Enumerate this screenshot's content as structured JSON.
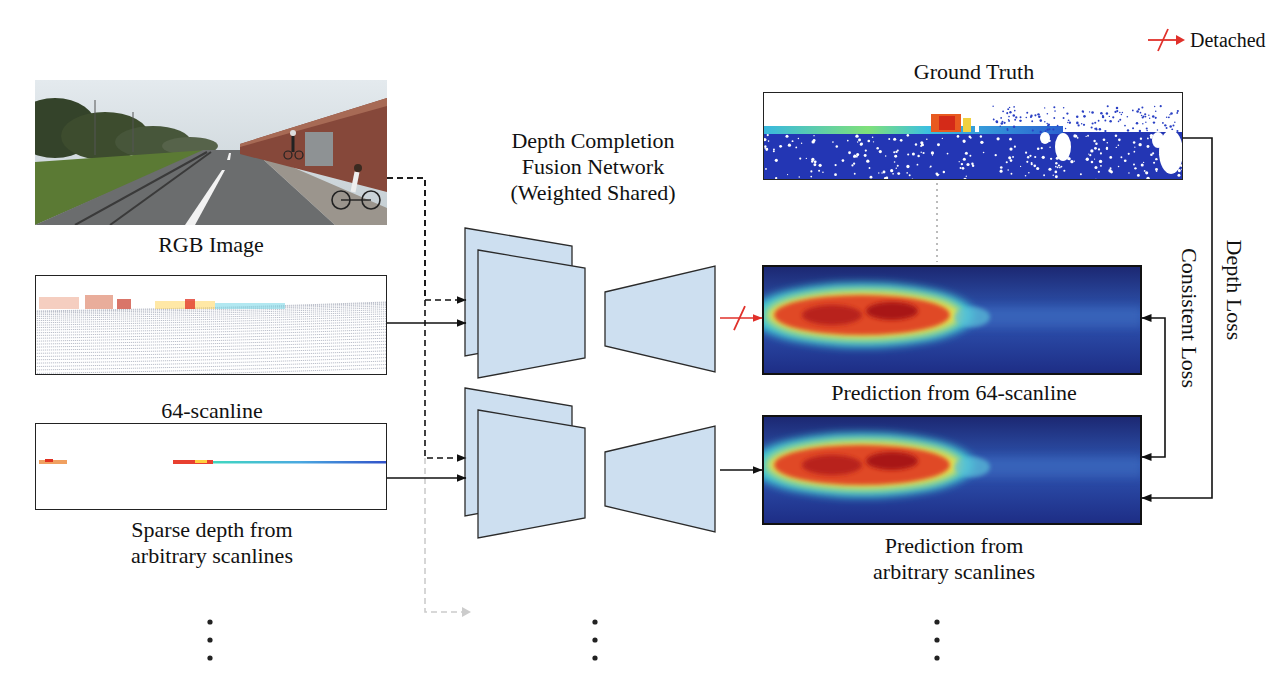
{
  "diagram": {
    "nodes": [
      {
        "text": [
          "RGB Image"
        ]
      },
      {
        "text": [
          "64-scanline"
        ]
      },
      {
        "text": [
          "Sparse depth from arbitrary scanlines"
        ]
      },
      {
        "text": [
          "Depth Completion Fusion Network (Weighted Shared)"
        ]
      },
      {
        "text": [
          "Ground Truth"
        ]
      },
      {
        "text": [
          "Prediction from 64-scanline"
        ]
      },
      {
        "text": [
          "Prediction from arbitrary scanlines"
        ]
      }
    ],
    "edges": [
      {
        "from": 0,
        "to": 3,
        "arrow": "to"
      },
      {
        "from": 1,
        "to": 3,
        "arrow": "to"
      },
      {
        "from": 0,
        "to": 3,
        "arrow": "to"
      },
      {
        "from": 2,
        "to": 3,
        "arrow": "to"
      },
      {
        "from": 3,
        "to": 5,
        "arrow": "to"
      },
      {
        "from": 3,
        "to": 6,
        "arrow": "to"
      },
      {
        "from": 5,
        "to": 6,
        "label": "Consistent Loss",
        "arrow": "both"
      },
      {
        "from": 4,
        "to": 6,
        "label": "Depth Loss",
        "arrow": "to"
      }
    ],
    "legend": [
      {
        "text": "Detached"
      }
    ]
  }
}
